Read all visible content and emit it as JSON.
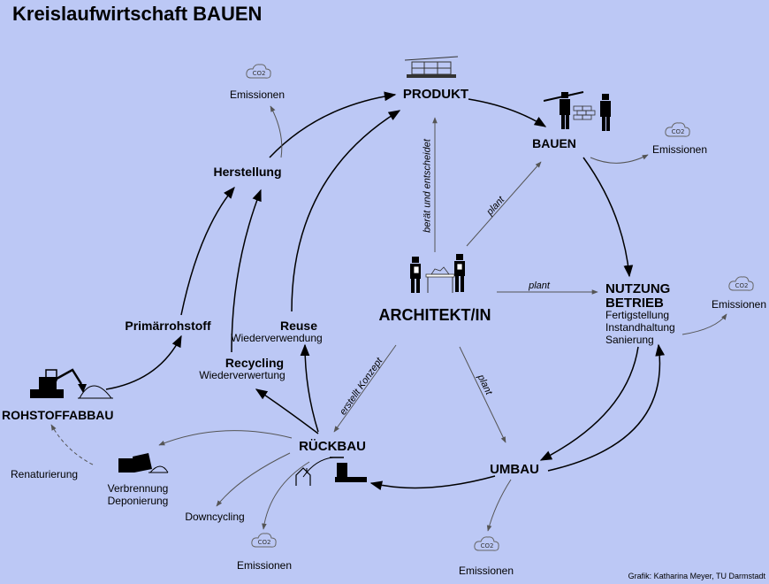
{
  "title": "Kreislaufwirtschaft BAUEN",
  "credit": "Grafik: Katharina Meyer, TU Darmstadt",
  "nodes": {
    "produkt": "PRODUKT",
    "bauen": "BAUEN",
    "nutzung_1": "NUTZUNG",
    "nutzung_2": "BETRIEB",
    "nutzung_sub_1": "Fertigstellung",
    "nutzung_sub_2": "Instandhaltung",
    "nutzung_sub_3": "Sanierung",
    "umbau": "UMBAU",
    "rueckbau": "RÜCKBAU",
    "rohstoffabbau": "ROHSTOFFABBAU",
    "primaerrohstoff": "Primärrohstoff",
    "herstellung": "Herstellung",
    "reuse": "Reuse",
    "reuse_sub": "Wiederverwendung",
    "recycling": "Recycling",
    "recycling_sub": "Wiederverwertung",
    "architekt": "ARCHITEKT/IN",
    "verbrennung_1": "Verbrennung",
    "verbrennung_2": "Deponierung",
    "renaturierung": "Renaturierung",
    "downcycling": "Downcycling"
  },
  "emissions": {
    "label": "Emissionen",
    "co2": "CO2"
  },
  "edge_labels": {
    "beraet": "berät und entscheidet",
    "plant_bauen": "plant",
    "plant_nutzung": "plant",
    "plant_umbau": "plant",
    "erstellt": "erstellt Konzept"
  },
  "colors": {
    "background": "#bcc8f5",
    "line": "#000000",
    "secondary_line": "#555555"
  },
  "icons": [
    "pallet-icon",
    "construction-workers-icon",
    "architects-at-desk-icon",
    "excavator-icon",
    "dump-truck-icon",
    "demolition-excavator-icon",
    "co2-cloud-icon"
  ]
}
